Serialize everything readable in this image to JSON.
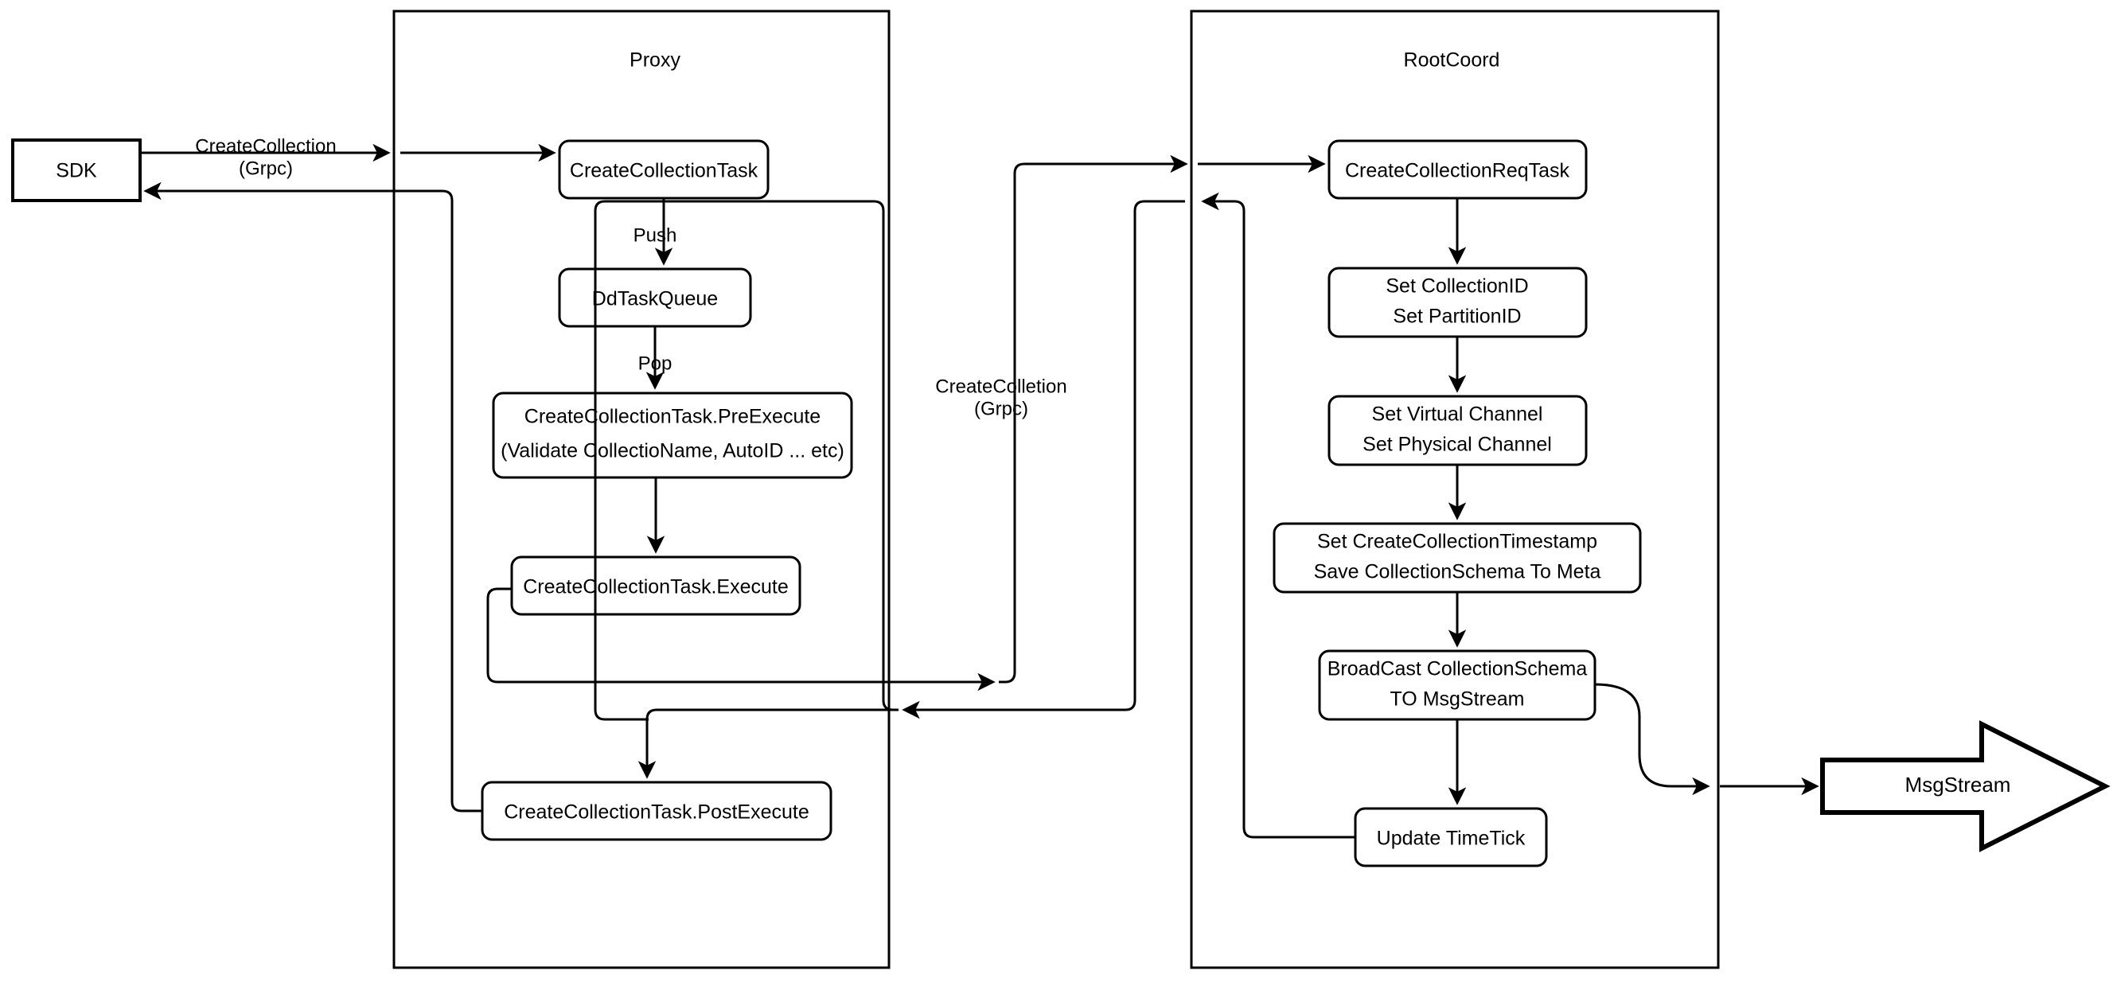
{
  "diagram": {
    "title": "CreateCollection flow",
    "background": "#ffffff",
    "stroke_color": "#000000",
    "panels": [
      {
        "id": "proxy",
        "label": "Proxy"
      },
      {
        "id": "rootcoord",
        "label": "RootCoord"
      }
    ],
    "external_nodes": [
      {
        "id": "sdk",
        "label": "SDK",
        "shape": "rectangle"
      },
      {
        "id": "msgstream",
        "label": "MsgStream",
        "shape": "block-arrow"
      }
    ],
    "proxy_nodes": [
      {
        "id": "create-collection-task",
        "label": "CreateCollectionTask",
        "shape": "rounded-rect"
      },
      {
        "id": "dd-task-queue",
        "label": "DdTaskQueue",
        "shape": "rounded-rect"
      },
      {
        "id": "pre-execute",
        "line1": "CreateCollectionTask.PreExecute",
        "line2": "(Validate CollectioName, AutoID ... etc)",
        "shape": "rounded-rect"
      },
      {
        "id": "execute",
        "label": "CreateCollectionTask.Execute",
        "shape": "rounded-rect"
      },
      {
        "id": "post-execute",
        "label": "CreateCollectionTask.PostExecute",
        "shape": "rounded-rect"
      }
    ],
    "rootcoord_nodes": [
      {
        "id": "create-collection-req-task",
        "label": "CreateCollectionReqTask",
        "shape": "rounded-rect"
      },
      {
        "id": "set-ids",
        "line1": "Set CollectionID",
        "line2": "Set PartitionID",
        "shape": "rounded-rect"
      },
      {
        "id": "set-channels",
        "line1": "Set Virtual Channel",
        "line2": "Set Physical Channel",
        "shape": "rounded-rect"
      },
      {
        "id": "save-meta",
        "line1": "Set CreateCollectionTimestamp",
        "line2": "Save CollectionSchema To Meta",
        "shape": "rounded-rect"
      },
      {
        "id": "broadcast",
        "line1": "BroadCast CollectionSchema",
        "line2": "TO MsgStream",
        "shape": "rounded-rect"
      },
      {
        "id": "update-timetick",
        "label": "Update TimeTick",
        "shape": "rounded-rect"
      }
    ],
    "edge_labels": [
      {
        "id": "sdk-to-proxy",
        "line1": "CreateCollection",
        "line2": "(Grpc)"
      },
      {
        "id": "proxy-to-rootcoord",
        "line1": "CreateColletion",
        "line2": "(Grpc)"
      },
      {
        "id": "push",
        "label": "Push"
      },
      {
        "id": "pop",
        "label": "Pop"
      }
    ]
  }
}
